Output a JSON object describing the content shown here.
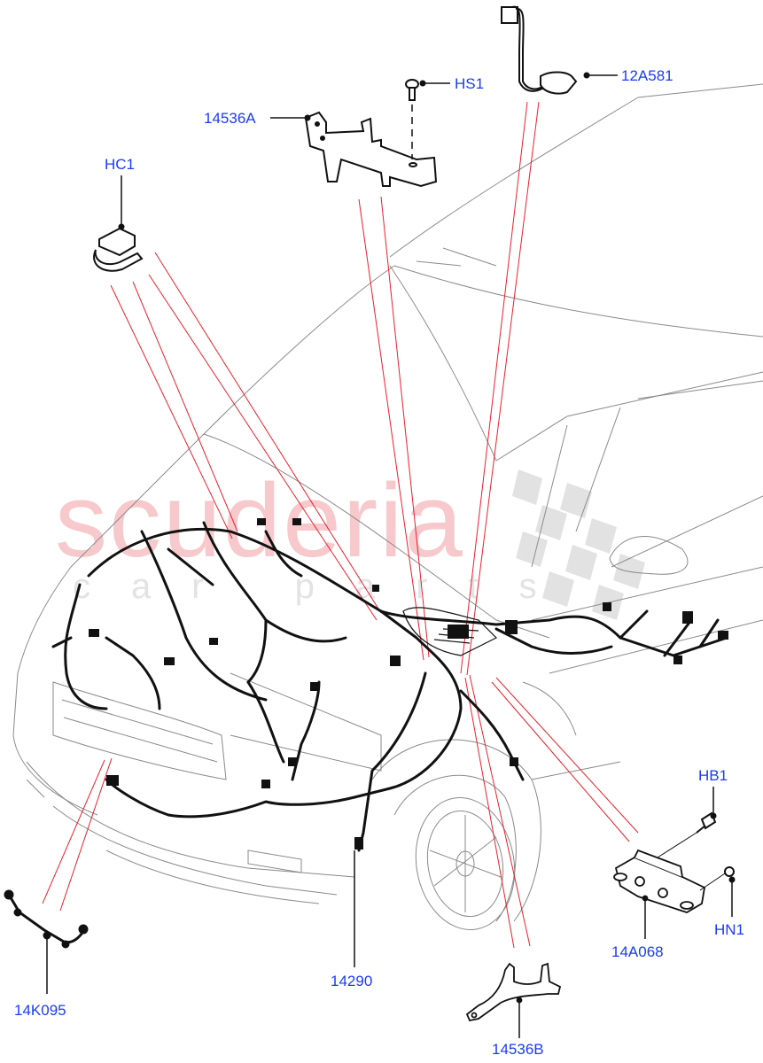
{
  "diagram": {
    "type": "exploded-parts-diagram",
    "subject": "Front electrical wiring harness installation on SUV body",
    "watermark": {
      "main": "scuderia",
      "sub": "car parts",
      "colors": {
        "main": "#f7c9cc",
        "sub": "#e3e3e6",
        "checker": "#dcdcdc"
      }
    },
    "colors": {
      "label": "#1a3cf0",
      "leader_line": "#000000",
      "pointer_line": "#e8202a",
      "body_outline": "#8a8a8a",
      "harness": "#111111"
    },
    "parts": [
      {
        "id": "HS1",
        "label": "HS1",
        "description": "screw"
      },
      {
        "id": "12A581",
        "label": "12A581",
        "description": "sensor with cable"
      },
      {
        "id": "14536A",
        "label": "14536A",
        "description": "bracket"
      },
      {
        "id": "HC1",
        "label": "HC1",
        "description": "clip"
      },
      {
        "id": "HB1",
        "label": "HB1",
        "description": "bolt"
      },
      {
        "id": "HN1",
        "label": "HN1",
        "description": "nut"
      },
      {
        "id": "14A068",
        "label": "14A068",
        "description": "junction block"
      },
      {
        "id": "14K095",
        "label": "14K095",
        "description": "jumper harness"
      },
      {
        "id": "14290",
        "label": "14290",
        "description": "main front harness"
      },
      {
        "id": "14536B",
        "label": "14536B",
        "description": "bracket"
      }
    ]
  }
}
